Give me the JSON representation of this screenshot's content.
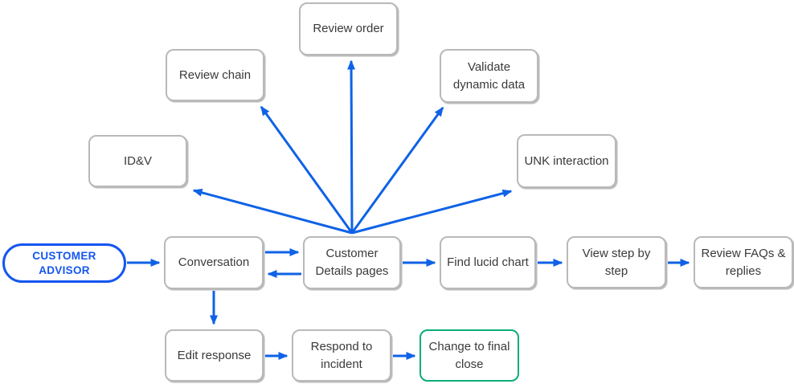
{
  "diagram": {
    "type": "flowchart",
    "colors": {
      "arrow_blue": "#0f62e6",
      "advisor_blue": "#1456f0",
      "success_green": "#0bae74",
      "node_border_gray": "#b9b9b9",
      "node_text": "#3a3a3a",
      "background": "#ffffff"
    },
    "nodes": {
      "customer_advisor": {
        "label": "CUSTOMER\nADVISOR",
        "shape": "terminator"
      },
      "conversation": {
        "label": "Conversation",
        "shape": "process"
      },
      "customer_details": {
        "label": "Customer\nDetails pages",
        "shape": "process"
      },
      "find_lucid_chart": {
        "label": "Find lucid chart",
        "shape": "process"
      },
      "view_step_by_step": {
        "label": "View step by\nstep",
        "shape": "process"
      },
      "review_faqs": {
        "label": "Review FAQs &\nreplies",
        "shape": "process"
      },
      "review_order": {
        "label": "Review order",
        "shape": "process"
      },
      "review_chain": {
        "label": "Review chain",
        "shape": "process"
      },
      "validate_dynamic_data": {
        "label": "Validate\ndynamic data",
        "shape": "process"
      },
      "idv": {
        "label": "ID&V",
        "shape": "process"
      },
      "unk_interaction": {
        "label": "UNK interaction",
        "shape": "process"
      },
      "edit_response": {
        "label": "Edit response",
        "shape": "process"
      },
      "respond_to_incident": {
        "label": "Respond to\nincident",
        "shape": "process"
      },
      "change_to_final_close": {
        "label": "Change to final\nclose",
        "shape": "process",
        "highlight": "green"
      }
    },
    "edges": [
      {
        "from": "customer_advisor",
        "to": "conversation"
      },
      {
        "from": "conversation",
        "to": "customer_details"
      },
      {
        "from": "customer_details",
        "to": "conversation"
      },
      {
        "from": "customer_details",
        "to": "find_lucid_chart"
      },
      {
        "from": "find_lucid_chart",
        "to": "view_step_by_step"
      },
      {
        "from": "view_step_by_step",
        "to": "review_faqs"
      },
      {
        "from": "customer_details",
        "to": "review_order"
      },
      {
        "from": "customer_details",
        "to": "review_chain"
      },
      {
        "from": "customer_details",
        "to": "idv"
      },
      {
        "from": "customer_details",
        "to": "validate_dynamic_data"
      },
      {
        "from": "customer_details",
        "to": "unk_interaction"
      },
      {
        "from": "conversation",
        "to": "edit_response"
      },
      {
        "from": "edit_response",
        "to": "respond_to_incident"
      },
      {
        "from": "respond_to_incident",
        "to": "change_to_final_close"
      }
    ]
  }
}
